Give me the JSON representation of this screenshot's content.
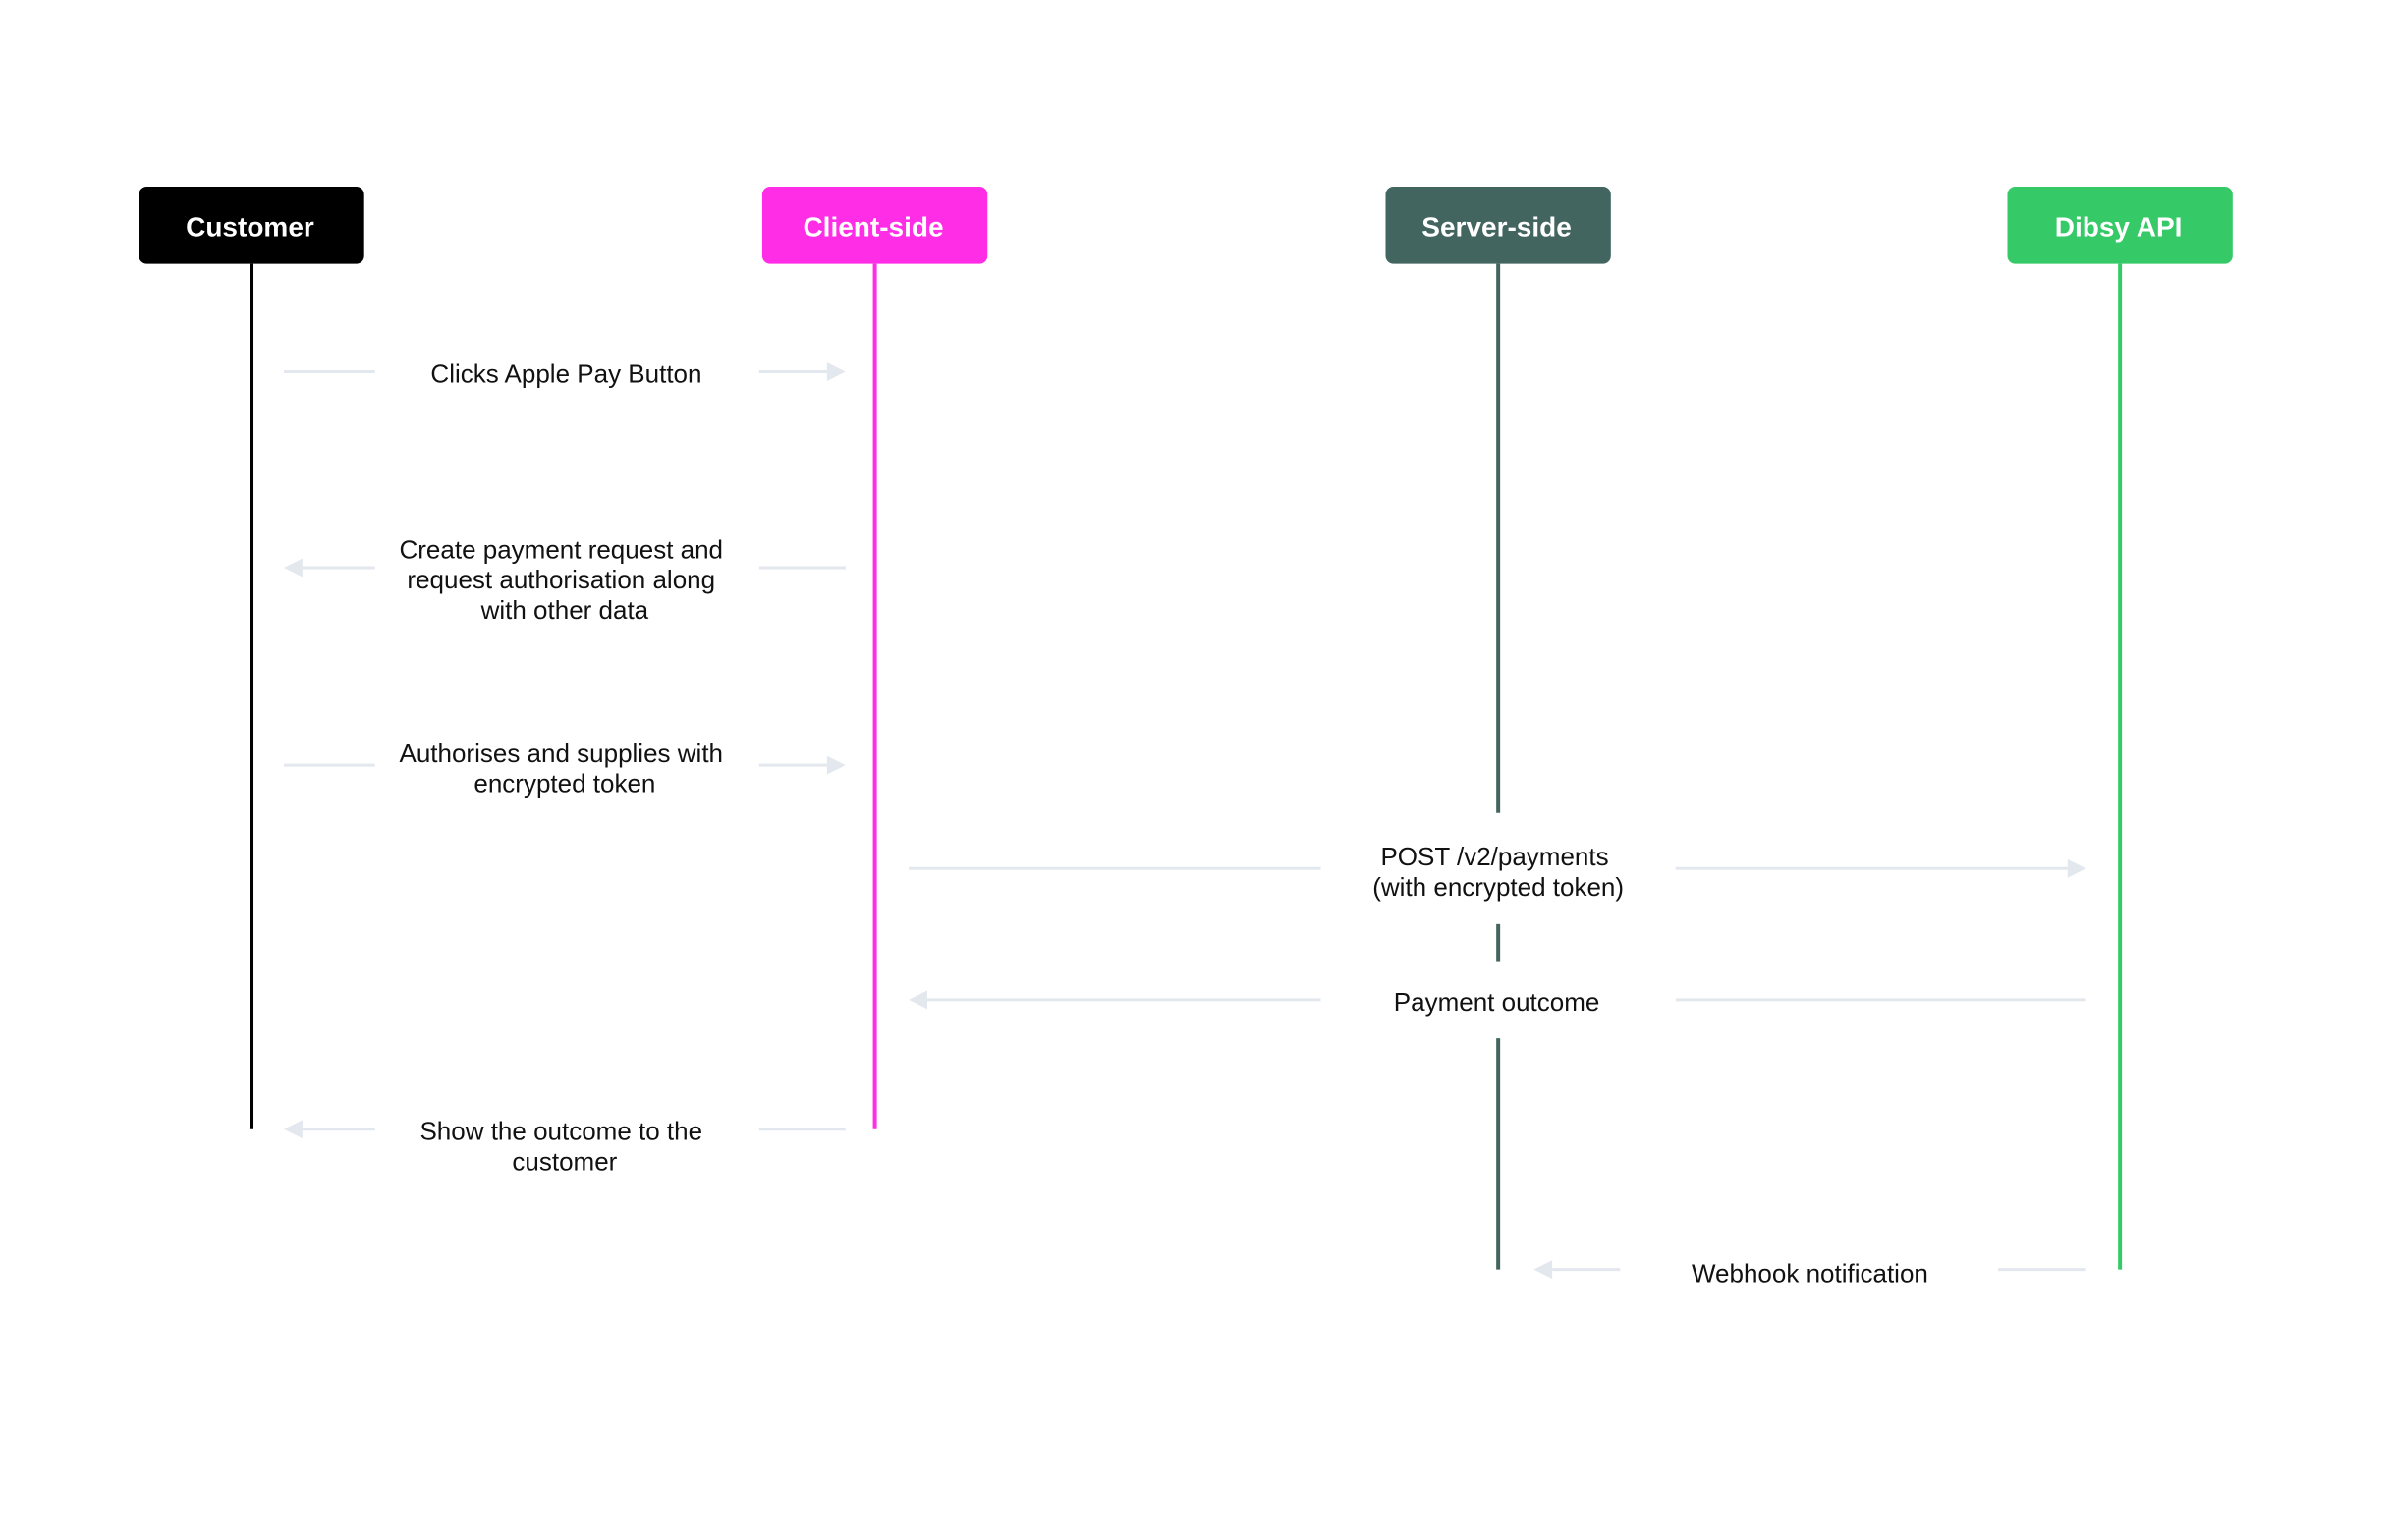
{
  "actors": [
    {
      "id": "customer",
      "label": "Customer",
      "color": "#000000"
    },
    {
      "id": "client",
      "label": "Client-side",
      "color": "#ff2ee6"
    },
    {
      "id": "server",
      "label": "Server-side",
      "color": "#436560"
    },
    {
      "id": "dibsy",
      "label": "Dibsy API",
      "color": "#35c967"
    }
  ],
  "messages": [
    {
      "from": "customer",
      "to": "client",
      "lines": [
        "Clicks Apple Pay Button"
      ]
    },
    {
      "from": "client",
      "to": "customer",
      "lines": [
        "Create payment request and",
        "request authorisation along",
        "with other data"
      ]
    },
    {
      "from": "customer",
      "to": "client",
      "lines": [
        "Authorises and supplies with",
        "encrypted token"
      ]
    },
    {
      "from": "client",
      "to": "dibsy",
      "lines": [
        "POST /v2/payments",
        "(with encrypted token)"
      ]
    },
    {
      "from": "dibsy",
      "to": "client",
      "lines": [
        "Payment outcome"
      ]
    },
    {
      "from": "client",
      "to": "customer",
      "lines": [
        "Show the outcome to the",
        "customer"
      ]
    },
    {
      "from": "dibsy",
      "to": "server",
      "lines": [
        "Webhook notification"
      ]
    }
  ],
  "colors": {
    "arrow": "#e3e7ee",
    "text": "#111111",
    "background": "#ffffff"
  }
}
